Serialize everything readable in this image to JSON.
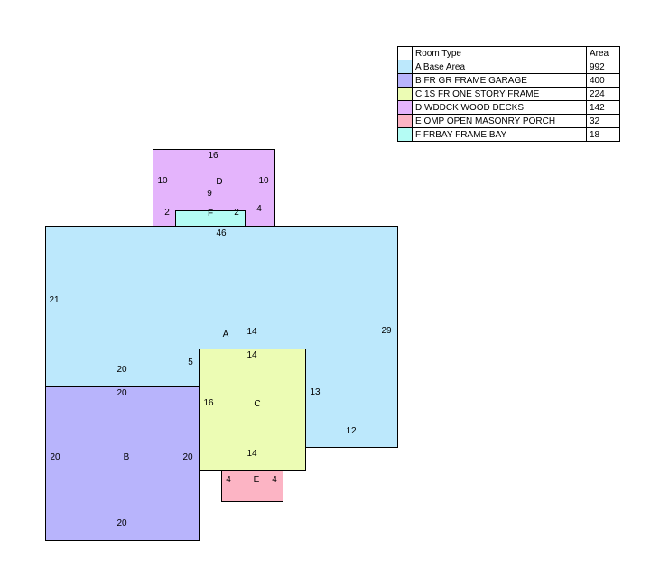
{
  "legend": {
    "header": {
      "room_type": "Room Type",
      "area": "Area"
    },
    "rows": [
      {
        "label": "A Base Area",
        "area": "992",
        "color": "#bce8fc"
      },
      {
        "label": "B FR GR FRAME GARAGE",
        "area": "400",
        "color": "#b8b4fc"
      },
      {
        "label": "C 1S FR  ONE STORY FRAME",
        "area": "224",
        "color": "#ecfcb4"
      },
      {
        "label": "D WDDCK WOOD DECKS",
        "area": "142",
        "color": "#e4b4fc"
      },
      {
        "label": "E OMP   OPEN MASONRY PORCH",
        "area": "32",
        "color": "#fcb4c4"
      },
      {
        "label": "F FRBAY FRAME BAY",
        "area": "18",
        "color": "#b4fcf4"
      }
    ]
  },
  "sketch": {
    "base": {
      "letter": "A",
      "dims": [
        "46",
        "21",
        "29",
        "14",
        "5",
        "20",
        "13",
        "12"
      ]
    },
    "garage": {
      "letter": "B",
      "dims": [
        "20",
        "20",
        "20",
        "20"
      ]
    },
    "one_story": {
      "letter": "C",
      "dims": [
        "14",
        "16",
        "14"
      ]
    },
    "deck": {
      "letter": "D",
      "dims": [
        "16",
        "10",
        "10",
        "9",
        "2",
        "4"
      ]
    },
    "porch": {
      "letter": "E",
      "dims": [
        "4",
        "4"
      ]
    },
    "bay": {
      "letter": "F",
      "dims": [
        "2"
      ]
    }
  }
}
